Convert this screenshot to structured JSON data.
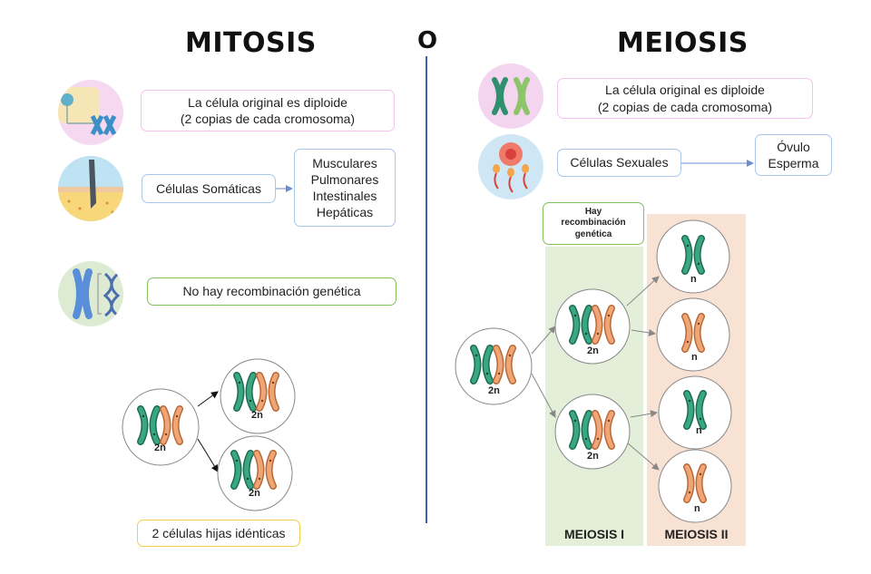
{
  "mitosis": {
    "title": "MITOSIS",
    "diploid_line1": "La célula original es diploide",
    "diploid_line2": "(2 copias de cada cromosoma)",
    "somatic_label": "Células Somáticas",
    "somatic_types": [
      "Musculares",
      "Pulmonares",
      "Intestinales",
      "Hepáticas"
    ],
    "recombination": "No hay recombinación genética",
    "ploidy_label": "2n",
    "result": "2 células hijas idénticas"
  },
  "separator": "O",
  "meiosis": {
    "title": "MEIOSIS",
    "diploid_line1": "La célula original es diploide",
    "diploid_line2": "(2 copias de cada cromosoma)",
    "sex_cells_label": "Células Sexuales",
    "gametes_line1": "Óvulo",
    "gametes_line2": "Esperma",
    "recombination_line1": "Hay",
    "recombination_line2": "recombinación",
    "recombination_line3": "genética",
    "ploidy_2n": "2n",
    "ploidy_n": "n",
    "phase1": "MEIOSIS I",
    "phase2": "MEIOSIS II"
  },
  "colors": {
    "teal_chromosome": "#2f8f6f",
    "orange_chromosome": "#e89a66",
    "meiosis1_band": "#e3efd8",
    "meiosis2_band": "#f8e2d3",
    "divider": "#3a5fb0"
  }
}
